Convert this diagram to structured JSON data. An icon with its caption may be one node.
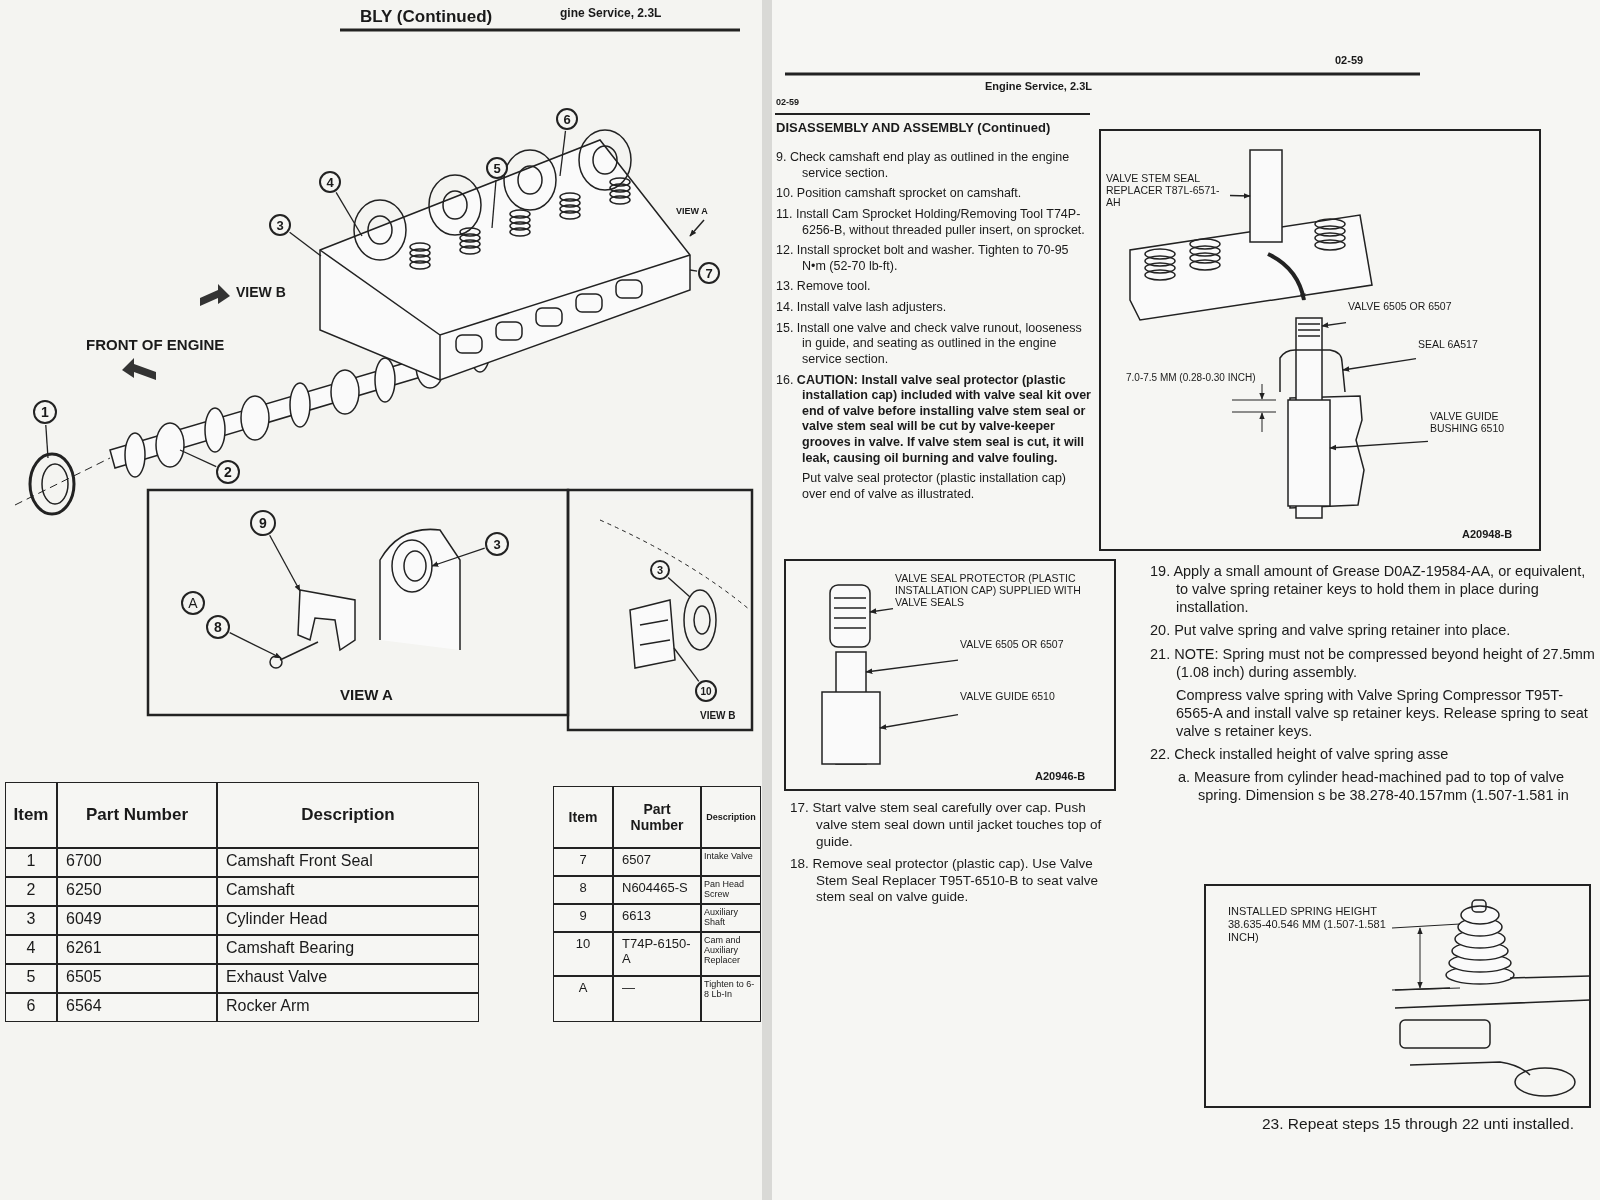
{
  "diagram": {
    "nodes": [
      {
        "text": [
          "4"
        ]
      },
      {
        "text": [
          "3"
        ]
      },
      {
        "text": [
          "5"
        ]
      },
      {
        "text": [
          "6"
        ]
      },
      {
        "text": [
          "7"
        ]
      },
      {
        "text": [
          "1"
        ]
      },
      {
        "text": [
          "2"
        ]
      },
      {
        "text": [
          "9"
        ]
      },
      {
        "text": [
          "3"
        ]
      },
      {
        "text": [
          "8"
        ]
      },
      {
        "text": [
          "3"
        ]
      },
      {
        "text": [
          "10"
        ]
      },
      {
        "text": [
          "VALVE SEAL PROTECTOR (PLASTIC INSTALLATION CAP) SUPPLIED WITH VALVE SEALS"
        ]
      },
      {
        "text": [
          "VALVE 6505 OR 6507"
        ]
      },
      {
        "text": [
          "VALVE GUIDE 6510"
        ]
      },
      {
        "text": [
          "VALVE STEM SEAL REPLACER T87L-6571-AH"
        ]
      },
      {
        "text": [
          "VALVE 6505 OR 6507"
        ]
      },
      {
        "text": [
          "SEAL 6A517"
        ]
      },
      {
        "text": [
          "VALVE GUIDE BUSHING 6510"
        ]
      },
      {
        "text": [],
        "shape": "picture"
      },
      {
        "text": [],
        "shape": "box"
      },
      {
        "text": [],
        "shape": "box"
      },
      {
        "text": [],
        "shape": "box"
      },
      {
        "text": [],
        "shape": "picture"
      },
      {
        "text": [],
        "shape": "picture"
      },
      {
        "text": [],
        "shape": "box"
      },
      {
        "text": [],
        "shape": "picture"
      },
      {
        "text": [],
        "shape": "picture"
      },
      {
        "text": [],
        "shape": "picture"
      },
      {
        "text": [],
        "shape": "picture"
      },
      {
        "text": [],
        "shape": "picture"
      },
      {
        "text": [],
        "shape": "picture"
      }
    ],
    "edges": [
      {
        "from": 0,
        "to": 31,
        "arrow": "none"
      },
      {
        "from": 1,
        "to": 31,
        "arrow": "none"
      },
      {
        "from": 2,
        "to": 31,
        "arrow": "none"
      },
      {
        "from": 3,
        "to": 31,
        "arrow": "none"
      },
      {
        "from": 4,
        "to": 31,
        "arrow": "none"
      },
      {
        "from": 5,
        "to": null,
        "arrow": "none"
      },
      {
        "from": 6,
        "to": null,
        "arrow": "none"
      },
      {
        "from": 7,
        "to": 26,
        "arrow": "to"
      },
      {
        "from": 8,
        "to": 27,
        "arrow": "to"
      },
      {
        "from": 9,
        "to": 28,
        "arrow": "to"
      },
      {
        "from": 10,
        "to": 29,
        "arrow": "none"
      },
      {
        "from": 11,
        "to": 30,
        "arrow": "none"
      },
      {
        "from": 12,
        "to": 19,
        "arrow": "to"
      },
      {
        "from": 13,
        "to": 20,
        "arrow": "to"
      },
      {
        "from": 14,
        "to": 21,
        "arrow": "to"
      },
      {
        "from": 15,
        "to": 22,
        "arrow": "to"
      },
      {
        "from": 16,
        "to": 23,
        "arrow": "to"
      },
      {
        "from": 17,
        "to": 24,
        "arrow": "to"
      },
      {
        "from": 18,
        "to": 25,
        "arrow": "to"
      }
    ],
    "labels": [
      "BLY (Continued)",
      "gine Service, 2.3L",
      "VIEW A",
      "VIEW B",
      "FRONT OF ENGINE",
      "A",
      "VIEW A",
      "VIEW B",
      "Item",
      "Part Number",
      "Description",
      "1",
      "6700",
      "Camshaft Front Seal",
      "2",
      "6250",
      "Camshaft",
      "3",
      "6049",
      "Cylinder Head",
      "4",
      "6261",
      "Camshaft Bearing",
      "5",
      "6505",
      "Exhaust Valve",
      "6",
      "6564",
      "Rocker Arm",
      "Item",
      "Part Number",
      "Description",
      "7",
      "6507",
      "Intake Valve",
      "8",
      "N604465-S",
      "Pan Head Screw",
      "9",
      "6613",
      "Auxiliary Shaft",
      "10",
      "T74P-6150-A",
      "Cam and Auxiliary Replacer",
      "A",
      "—",
      "Tighten to 6-8 Lb-In",
      "02-59",
      "Engine Service, 2.3L",
      "02-59",
      "DISASSEMBLY AND ASSEMBLY (Continued)",
      "9. Check camshaft end play as outlined in the engine service section.",
      "10. Position camshaft sprocket on camshaft.",
      "11. Install Cam Sprocket Holding/Removing Tool T74P-6256-B, without threaded puller insert, on sprocket.",
      "12. Install sprocket bolt and washer. Tighten to 70-95 N•m (52-70 lb-ft).",
      "13. Remove tool.",
      "14. Install valve lash adjusters.",
      "15. Install one valve and check valve runout, looseness in guide, and seating as outlined in the engine service section.",
      "16. **CAUTION: Install valve seal protector (plastic installation cap) included with valve seal kit over end of valve before installing valve stem seal or valve stem seal will be cut by valve-keeper grooves in valve. If valve stem seal is cut, it will leak, causing oil burning and valve fouling.**",
      "Put valve seal protector (plastic installation cap) over end of valve as illustrated.",
      "A20946-B",
      "17. Start valve stem seal carefully over cap. Push valve stem seal down until jacket touches top of guide.",
      "18. Remove seal protector (plastic cap). Use Valve Stem Seal Replacer T95T-6510-B to seat valve stem seal on valve guide.",
      "7.0-7.5 MM (0.28-0.30 INCH)",
      "A20948-B",
      "19. Apply a small amount of Grease D0AZ-19584-AA, or equivalent, to valve spring retainer keys to hold them in place during installation.",
      "20. Put valve spring and valve spring retainer into place.",
      "21. NOTE: Spring must not be compressed beyond height of 27.5mm (1.08 inch) during assembly.",
      "Compress valve spring with Valve Spring Compressor T95T-6565-A and install valve sp retainer keys. Release spring to seat valve s retainer keys.",
      "22. Check installed height of valve spring asse",
      "a. Measure from cylinder head-machined pad to top of valve spring. Dimension s be 38.278-40.157mm (1.507-1.581 in",
      "INSTALLED SPRING HEIGHT 38.635-40.546 MM (1.507-1.581 INCH)",
      "23. Repeat steps 15 through 22 unti installed."
    ]
  }
}
